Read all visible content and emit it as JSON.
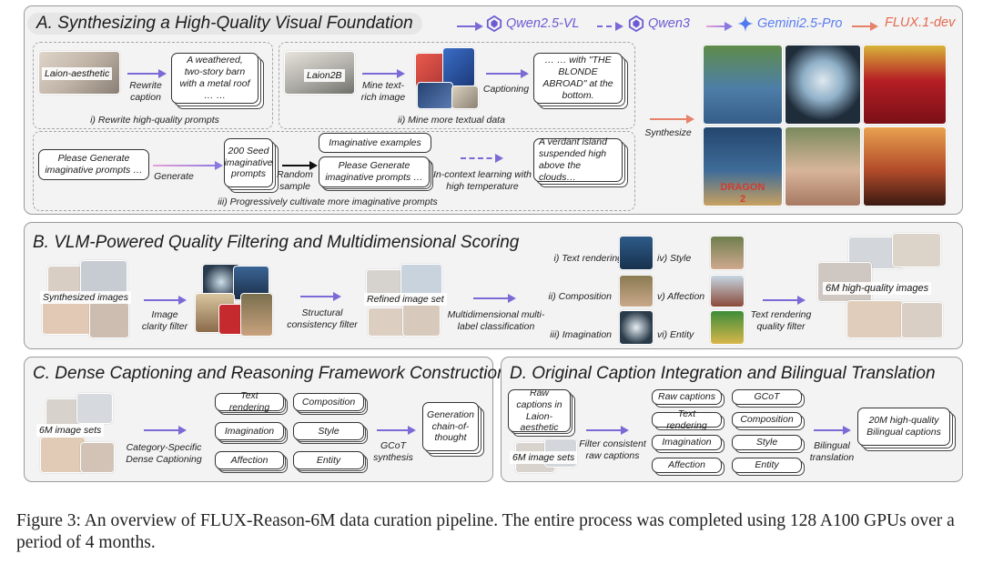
{
  "panelA": {
    "title": "A. Synthesizing a High-Quality Visual Foundation",
    "models": [
      "Qwen2.5-VL",
      "Qwen3",
      "Gemini2.5-Pro",
      "FLUX.1-dev"
    ],
    "colors": {
      "qwen": "#6b5bd2",
      "gemini": "#5a7cf0",
      "flux": "#e36a4e"
    },
    "step1": {
      "image_label": "Laion-aesthetic",
      "arrow_label": "Rewrite caption",
      "prompt": "A weathered, two-story barn with a metal roof … …",
      "caption": "i) Rewrite high-quality prompts"
    },
    "step2": {
      "image_label": "Laion2B",
      "arrow_label": "Mine text-rich image",
      "arrow2_label": "Captioning",
      "prompt": "… … with \"THE BLONDE ABROAD\" at the bottom.",
      "caption": "ii) Mine more textual data"
    },
    "step3": {
      "start": "Please Generate imaginative prompts …",
      "arrow1": "Generate",
      "seed": "200 Seed imaginative prompts",
      "arrow2": "Random sample",
      "examples": "Imaginative examples",
      "request": "Please Generate imaginative prompts …",
      "arrow3": "In-context learning with high temperature",
      "output": "A verdant island suspended high above the clouds…",
      "caption": "iii) Progressively  cultivate more imaginative prompts"
    },
    "synthesize_label": "Synthesize",
    "gallery_poster_text": "DRAGON 2"
  },
  "panelB": {
    "title": "B. VLM-Powered Quality Filtering and Multidimensional Scoring",
    "synth_label": "Synthesized images",
    "clarity": "Image clarity filter",
    "structural": "Structural consistency filter",
    "refined": "Refined image set",
    "multidim": "Multidimensional multi-label classification",
    "categories": [
      "i) Text rendering",
      "ii) Composition",
      "iii) Imagination",
      "iv) Style",
      "v) Affection",
      "vi) Entity"
    ],
    "text_filter": "Text rendering quality filter",
    "result": "6M high-quality images"
  },
  "panelC": {
    "title": "C. Dense Captioning and Reasoning Framework Construction",
    "image_label": "6M image sets",
    "arrow_label": "Category-Specific Dense Captioning",
    "boxes": [
      "Text rendering",
      "Composition",
      "Imagination",
      "Style",
      "Affection",
      "Entity"
    ],
    "gcot": "GCoT synthesis",
    "output": "Generation chain-of-thought"
  },
  "panelD": {
    "title": "D. Original Caption Integration and Bilingual Translation",
    "raw": "Raw captions in Laion-aesthetic",
    "image_label": "6M image sets",
    "filter": "Filter consistent raw captions",
    "boxes": [
      "Raw captions",
      "GCoT",
      "Text rendering",
      "Composition",
      "Imagination",
      "Style",
      "Affection",
      "Entity"
    ],
    "translate": "Bilingual translation",
    "output": "20M high-quality Bilingual captions"
  },
  "caption": "Figure 3: An overview of FLUX-Reason-6M data curation pipeline. The entire process was completed using 128 A100 GPUs over a period of 4 months."
}
